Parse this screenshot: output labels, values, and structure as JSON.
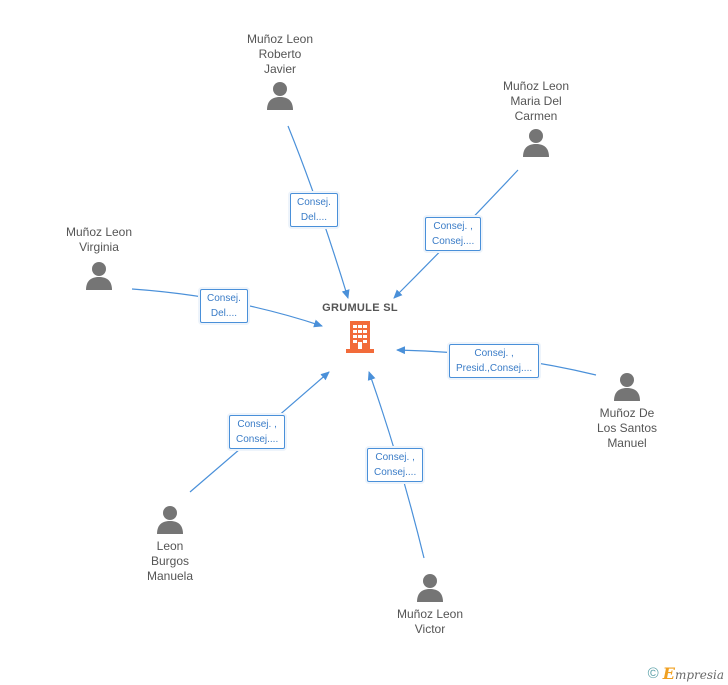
{
  "company": {
    "name": "GRUMULE SL",
    "color": "#f26b3a"
  },
  "people": [
    {
      "id": "roberto",
      "name_lines": [
        "Muñoz Leon",
        "Roberto",
        "Javier"
      ],
      "role_lines": [
        "Consej.",
        "Del...."
      ]
    },
    {
      "id": "maria",
      "name_lines": [
        "Muñoz Leon",
        "Maria Del",
        "Carmen"
      ],
      "role_lines": [
        "Consej. ,",
        "Consej...."
      ]
    },
    {
      "id": "virginia",
      "name_lines": [
        "Muñoz Leon",
        "Virginia"
      ],
      "role_lines": [
        "Consej.",
        "Del...."
      ]
    },
    {
      "id": "manuel",
      "name_lines": [
        "Muñoz De",
        "Los Santos",
        "Manuel"
      ],
      "role_lines": [
        "Consej. ,",
        "Presid.,Consej...."
      ]
    },
    {
      "id": "burgos",
      "name_lines": [
        "Leon",
        "Burgos",
        "Manuela"
      ],
      "role_lines": [
        "Consej. ,",
        "Consej...."
      ]
    },
    {
      "id": "victor",
      "name_lines": [
        "Muñoz Leon",
        "Victor"
      ],
      "role_lines": [
        "Consej. ,",
        "Consej...."
      ]
    }
  ],
  "colors": {
    "edge": "#4a90d9",
    "person_icon": "#757575",
    "text": "#555555"
  },
  "footer": {
    "copyright": "©",
    "brand_initial": "E",
    "brand_rest": "mpresia"
  }
}
